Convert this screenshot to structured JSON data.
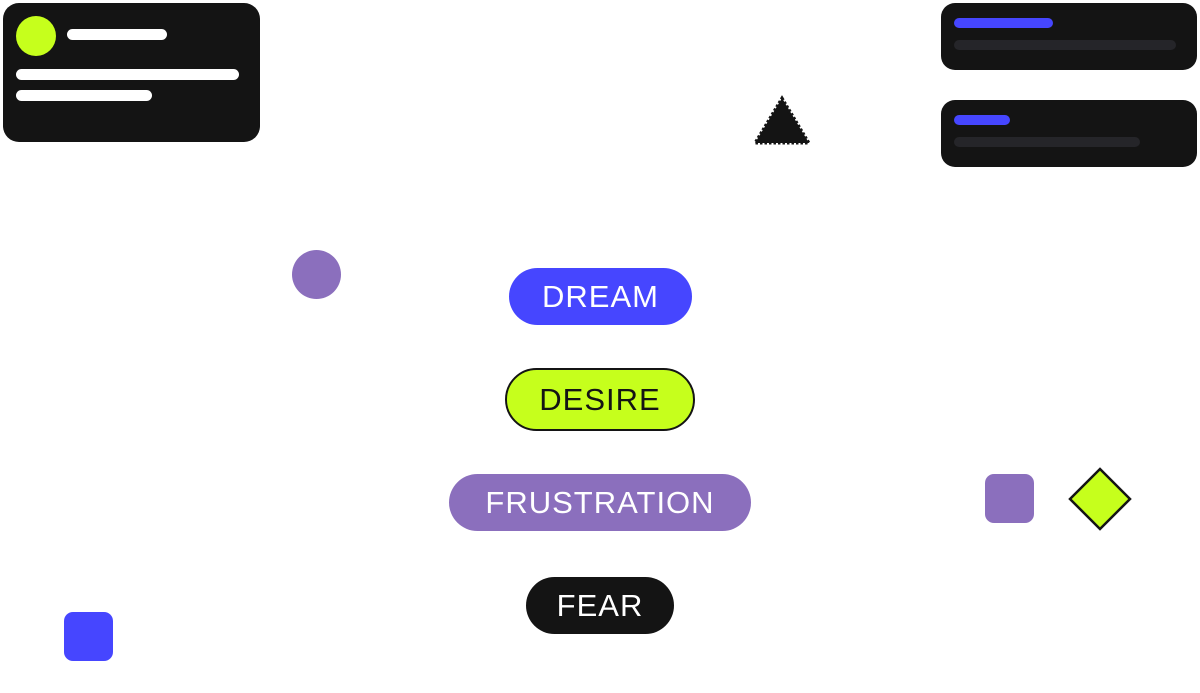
{
  "colors": {
    "dark": "#141414",
    "lime": "#c6ff1c",
    "blue": "#4646ff",
    "purple": "#8b6fbd",
    "white": "#ffffff",
    "track": "#252529"
  },
  "pills": {
    "dream": "DREAM",
    "desire": "DESIRE",
    "frustration": "FRUSTRATION",
    "fear": "FEAR"
  },
  "icons": {
    "triangle": "dotted-triangle-icon",
    "diamond": "diamond-icon"
  },
  "cards": {
    "right_top_progress": 0.45,
    "right_bottom_progress": 0.3
  }
}
